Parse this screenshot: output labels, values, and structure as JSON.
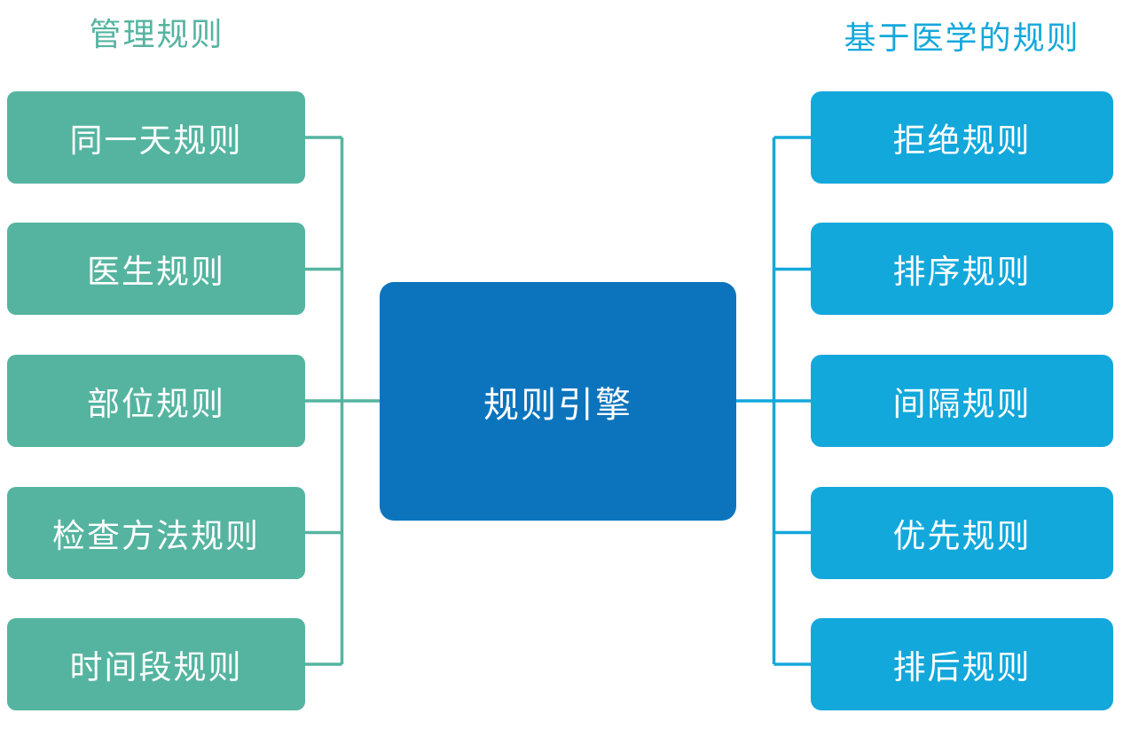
{
  "diagram": {
    "title_hint": "Rule engine diagram",
    "left_group": {
      "title": "管理规则",
      "color": "#55B4A0",
      "items": [
        {
          "label": "同一天规则"
        },
        {
          "label": "医生规则"
        },
        {
          "label": "部位规则"
        },
        {
          "label": "检查方法规则"
        },
        {
          "label": "时间段规则"
        }
      ]
    },
    "center": {
      "label": "规则引擎",
      "color": "#0C74BD"
    },
    "right_group": {
      "title": "基于医学的规则",
      "color": "#13A8DB",
      "items": [
        {
          "label": "拒绝规则"
        },
        {
          "label": "排序规则"
        },
        {
          "label": "间隔规则"
        },
        {
          "label": "优先规则"
        },
        {
          "label": "排后规则"
        }
      ]
    }
  }
}
